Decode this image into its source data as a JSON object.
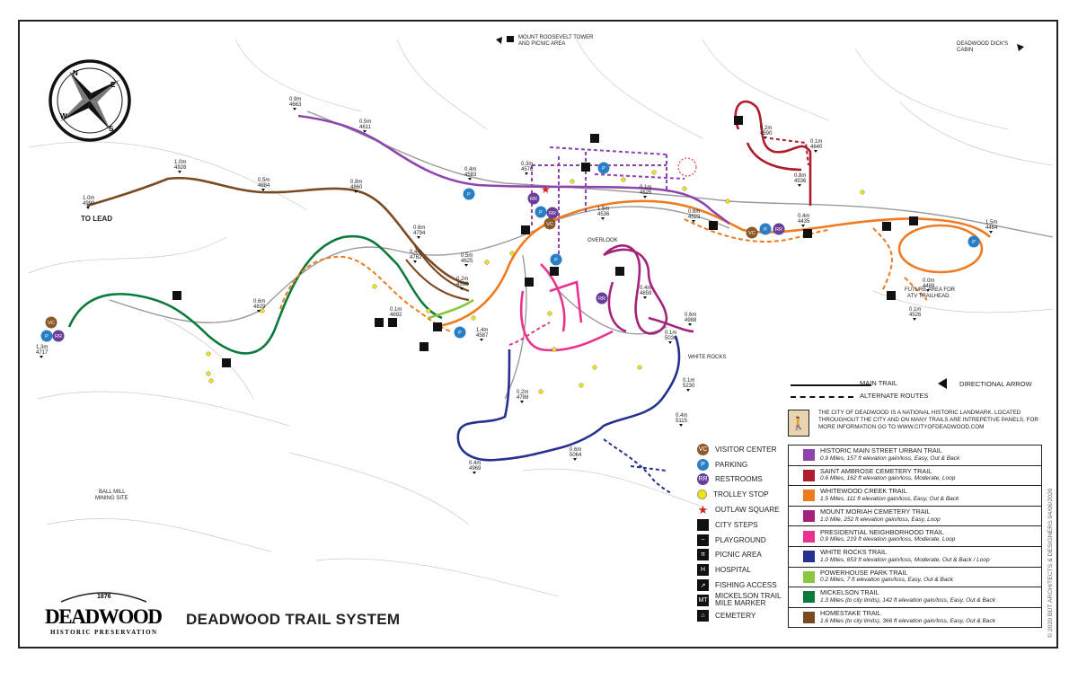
{
  "title": "DEADWOOD TRAIL SYSTEM",
  "logo": {
    "year": "1876",
    "name": "DEADWOOD",
    "tagline": "HISTORIC PRESERVATION"
  },
  "compass": {
    "n": "N",
    "e": "E",
    "s": "S",
    "w": "W"
  },
  "place_labels": {
    "to_lead": "TO LEAD",
    "ball_mill": "BALL MILL",
    "mining_site": "MINING SITE",
    "mount_roosevelt_1": "MOUNT ROOSEVELT TOWER",
    "mount_roosevelt_2": "AND PICNIC AREA",
    "dick_cabin_1": "DEADWOOD DICK'S",
    "dick_cabin_2": "CABIN",
    "overlook": "OVERLOOK",
    "white_rocks": "WHITE ROCKS",
    "future_area_1": "FUTURE AREA FOR",
    "future_area_2": "ATV TRAILHEAD.",
    "mt_marker": "MT"
  },
  "markers": [
    {
      "dist": "0.9m",
      "elev": "4663"
    },
    {
      "dist": "0.5m",
      "elev": "4611"
    },
    {
      "dist": "1.0m",
      "elev": "4928"
    },
    {
      "dist": "1.0m",
      "elev": "4990"
    },
    {
      "dist": "0.5m",
      "elev": "4884"
    },
    {
      "dist": "0.8m",
      "elev": "4860"
    },
    {
      "dist": "0.4m",
      "elev": "4583"
    },
    {
      "dist": "0.2m",
      "elev": "4590"
    },
    {
      "dist": "0.1m",
      "elev": "4640"
    },
    {
      "dist": "0.3m",
      "elev": "4576"
    },
    {
      "dist": "0.8m",
      "elev": "4536"
    },
    {
      "dist": "0.1m",
      "elev": "4525"
    },
    {
      "dist": "1.5m",
      "elev": "4536"
    },
    {
      "dist": "0.6m",
      "elev": "4523"
    },
    {
      "dist": "0.4m",
      "elev": "4435"
    },
    {
      "dist": "1.5m",
      "elev": "4464"
    },
    {
      "dist": "0.6m",
      "elev": "4794"
    },
    {
      "dist": "0.4m",
      "elev": "4762"
    },
    {
      "dist": "0.5m",
      "elev": "4625"
    },
    {
      "dist": "0.2m",
      "elev": "4598"
    },
    {
      "dist": "0.6m",
      "elev": "4829"
    },
    {
      "dist": "1.3m",
      "elev": "4717"
    },
    {
      "dist": "0.1m",
      "elev": "4692"
    },
    {
      "dist": "1.4m",
      "elev": "4587"
    },
    {
      "dist": "0.2m",
      "elev": "4788"
    },
    {
      "dist": "0.4m",
      "elev": "4969"
    },
    {
      "dist": "0.1m",
      "elev": "5230"
    },
    {
      "dist": "0.4m",
      "elev": "5115"
    },
    {
      "dist": "0.6m",
      "elev": "5064"
    },
    {
      "dist": "0.6m",
      "elev": "4988"
    },
    {
      "dist": "0.1m",
      "elev": "5036"
    },
    {
      "dist": "0.4m",
      "elev": "4859"
    },
    {
      "dist": "0.1m",
      "elev": "4526"
    },
    {
      "dist": "0.0m",
      "elev": "4489"
    }
  ],
  "line_key": {
    "main": "MAIN TRAIL",
    "alternate": "ALTERNATE ROUTES",
    "arrow": "DIRECTIONAL ARROW"
  },
  "notice": "THE CITY OF DEADWOOD IS A NATIONAL HISTORIC LANDMARK. LOCATED THROUGHOUT THE CITY AND ON MANY TRAILS ARE INTREPETIVE PANELS. FOR MORE INFORMATION GO TO WWW.CITYOFDEADWOOD.COM",
  "legend": [
    {
      "icon": "visitor-center-icon",
      "glyph": "VC",
      "label": "VISITOR CENTER",
      "color": "#8b5a2b",
      "shape": "circle"
    },
    {
      "icon": "parking-icon",
      "glyph": "P",
      "label": "PARKING",
      "color": "#2a7fc4",
      "shape": "circle"
    },
    {
      "icon": "restrooms-icon",
      "glyph": "RR",
      "label": "RESTROOMS",
      "color": "#6a3d9a",
      "shape": "circle"
    },
    {
      "icon": "trolley-stop-icon",
      "glyph": "",
      "label": "TROLLEY STOP",
      "color": "#f2e600",
      "shape": "dot"
    },
    {
      "icon": "outlaw-square-icon",
      "glyph": "★",
      "label": "OUTLAW SQUARE",
      "color": "#d32020",
      "shape": "star"
    },
    {
      "icon": "city-steps-icon",
      "glyph": "",
      "label": "CITY STEPS",
      "color": "#111111",
      "shape": "square"
    },
    {
      "icon": "playground-icon",
      "glyph": "~",
      "label": "PLAYGROUND",
      "color": "#111111",
      "shape": "square"
    },
    {
      "icon": "picnic-area-icon",
      "glyph": "π",
      "label": "PICNIC AREA",
      "color": "#111111",
      "shape": "square"
    },
    {
      "icon": "hospital-icon",
      "glyph": "H",
      "label": "HOSPITAL",
      "color": "#111111",
      "shape": "square"
    },
    {
      "icon": "fishing-access-icon",
      "glyph": "↗",
      "label": "FISHING ACCESS",
      "color": "#111111",
      "shape": "square"
    },
    {
      "icon": "mile-marker-icon",
      "glyph": "MT",
      "label": "MICKELSON TRAIL",
      "label2": "MILE MARKER",
      "color": "#111111",
      "shape": "square"
    },
    {
      "icon": "cemetery-icon",
      "glyph": "⌂",
      "label": "CEMETERY",
      "color": "#111111",
      "shape": "square"
    }
  ],
  "trails": [
    {
      "name": "HISTORIC MAIN STREET URBAN TRAIL",
      "desc": "0.9 Miles, 157 ft elevation gain/loss, Easy, Out & Back",
      "color": "#8e44ad"
    },
    {
      "name": "SAINT AMBROSE CEMETERY TRAIL",
      "desc": "0.6 Miles, 162 ft elevation gain/loss, Moderate, Loop",
      "color": "#b01c2e"
    },
    {
      "name": "WHITEWOOD CREEK TRAIL",
      "desc": "1.5 Miles, 111 ft elevation gain/loss, Easy, Out & Back",
      "color": "#ee7b22"
    },
    {
      "name": "MOUNT MORIAH CEMETERY TRAIL",
      "desc": "1.0 Mile, 252 ft elevation gain/loss, Easy, Loop",
      "color": "#a3237a"
    },
    {
      "name": "PRESIDENTIAL NEIGHBORHOOD TRAIL",
      "desc": "0.9 Miles, 219 ft elevation gain/loss, Moderate, Loop",
      "color": "#e8338e"
    },
    {
      "name": "WHITE  ROCKS TRAIL",
      "desc": "1.0 Miles, 653 ft elevation gain/loss, Moderate, Out & Back / Loop",
      "color": "#25318f"
    },
    {
      "name": "POWERHOUSE PARK TRAIL",
      "desc": "0.2 Miles, 7 ft elevation gain/loss, Easy, Out & Back",
      "color": "#8cc63f"
    },
    {
      "name": "MICKELSON TRAIL",
      "desc": "1.3 Miles (to city limits), 142 ft elevation gain/loss, Easy, Out & Back",
      "color": "#0b7a3b"
    },
    {
      "name": "HOMESTAKE TRAIL",
      "desc": "1.6 Miles (to city limits), 366 ft elevation gain/loss, Easy, Out & Back",
      "color": "#7a4a22"
    }
  ],
  "copyright": "© 2020 BDT ARCHITECTS & DESIGNERS   04/06/2020"
}
